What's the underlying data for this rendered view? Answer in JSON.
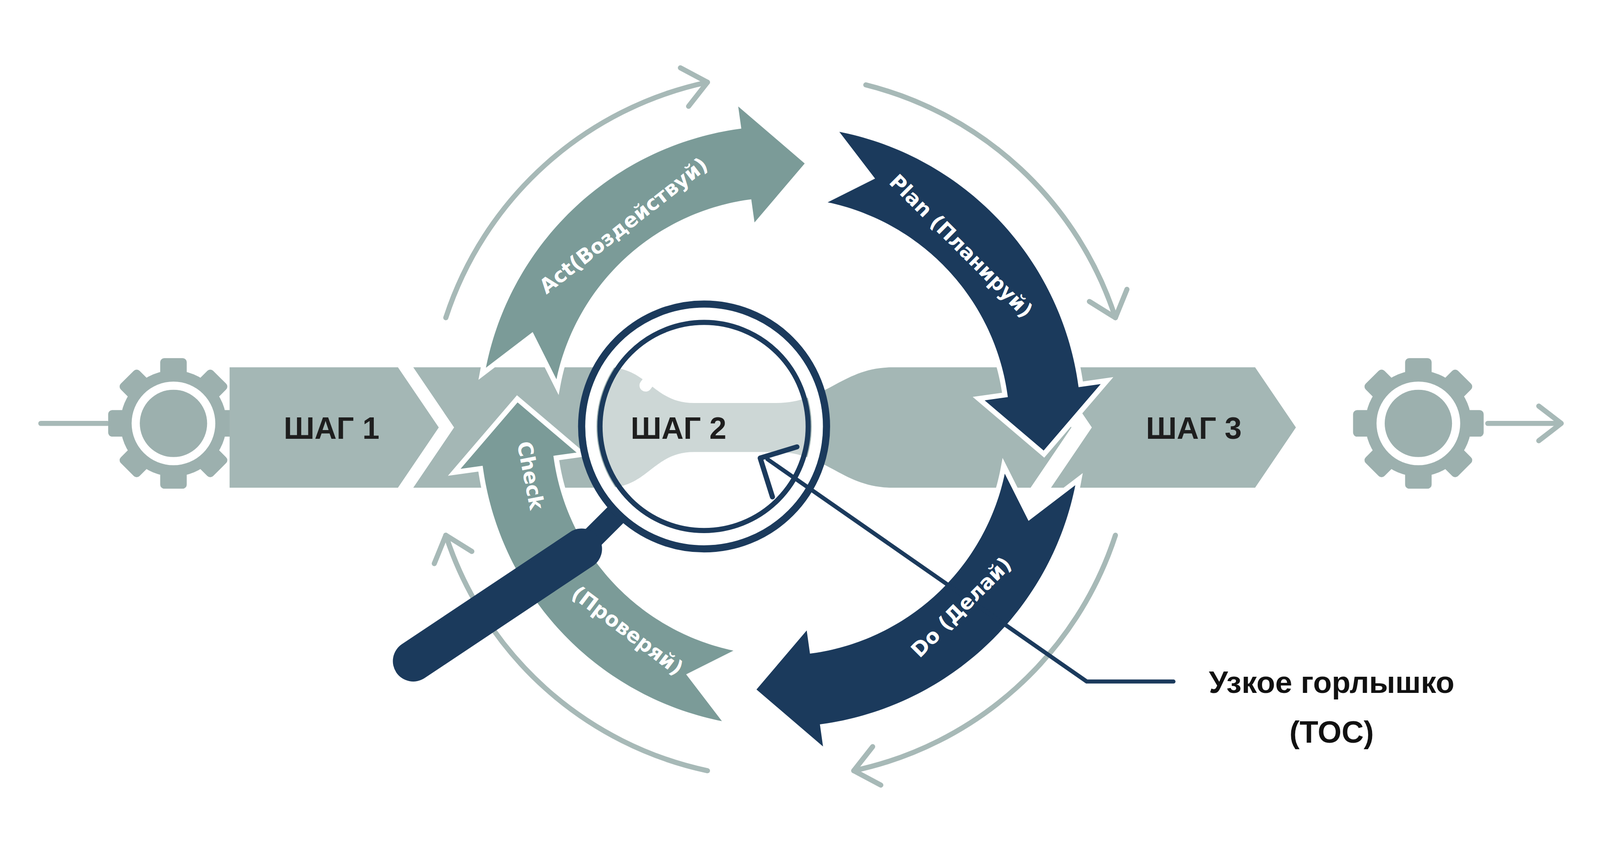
{
  "diagram": {
    "nodes": [
      {
        "text": [
          "ШАГ 1"
        ]
      },
      {
        "text": [
          "ШАГ 2"
        ]
      },
      {
        "text": [
          "ШАГ 3"
        ]
      },
      {
        "text": [
          "Plan (Планируй)"
        ]
      },
      {
        "text": [
          "Do (Делай)"
        ]
      },
      {
        "text": [
          "Check",
          "(Проверяй)"
        ]
      },
      {
        "text": [
          "Act(Воздействуй)"
        ]
      }
    ],
    "labels": [
      "Узкое горлышко (TOC)"
    ]
  }
}
